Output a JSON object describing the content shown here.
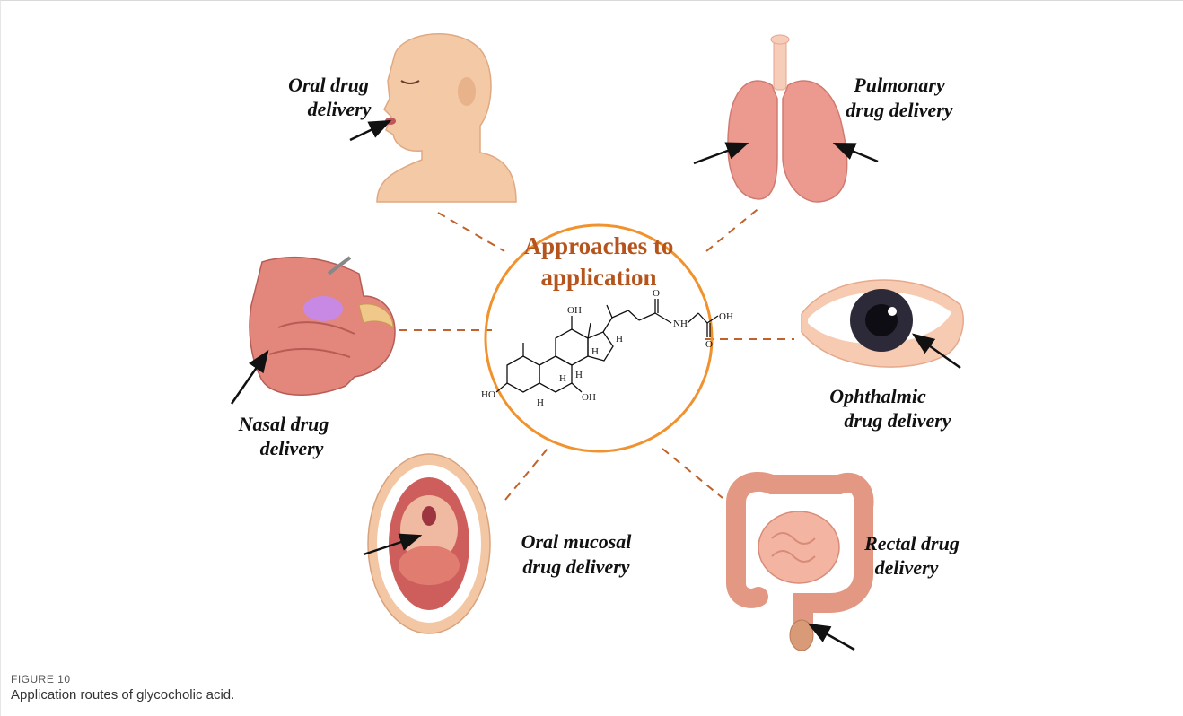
{
  "center": {
    "title_line1": "Approaches to",
    "title_line2": "application",
    "accent_color": "#f0922e",
    "title_color": "#b5541c"
  },
  "chem_labels": {
    "oh1": "OH",
    "oh2": "OH",
    "ho": "HO",
    "oh3": "OH",
    "h1": "H",
    "h2": "H",
    "h3": "H",
    "h4": "H",
    "h5": "H",
    "nh": "NH",
    "o1": "O",
    "o2": "O"
  },
  "routes": {
    "oral": {
      "line1": "Oral drug",
      "line2": "delivery"
    },
    "pulmonary": {
      "line1": "Pulmonary",
      "line2": "drug delivery"
    },
    "nasal": {
      "line1": "Nasal drug",
      "line2": "delivery"
    },
    "ophthalmic": {
      "line1": "Ophthalmic",
      "line2": "drug delivery"
    },
    "oral_mucosal": {
      "line1": "Oral mucosal",
      "line2": "drug delivery"
    },
    "rectal": {
      "line1": "Rectal drug",
      "line2": "delivery"
    }
  },
  "caption": {
    "number": "FIGURE 10",
    "text": "Application routes of glycocholic acid."
  }
}
